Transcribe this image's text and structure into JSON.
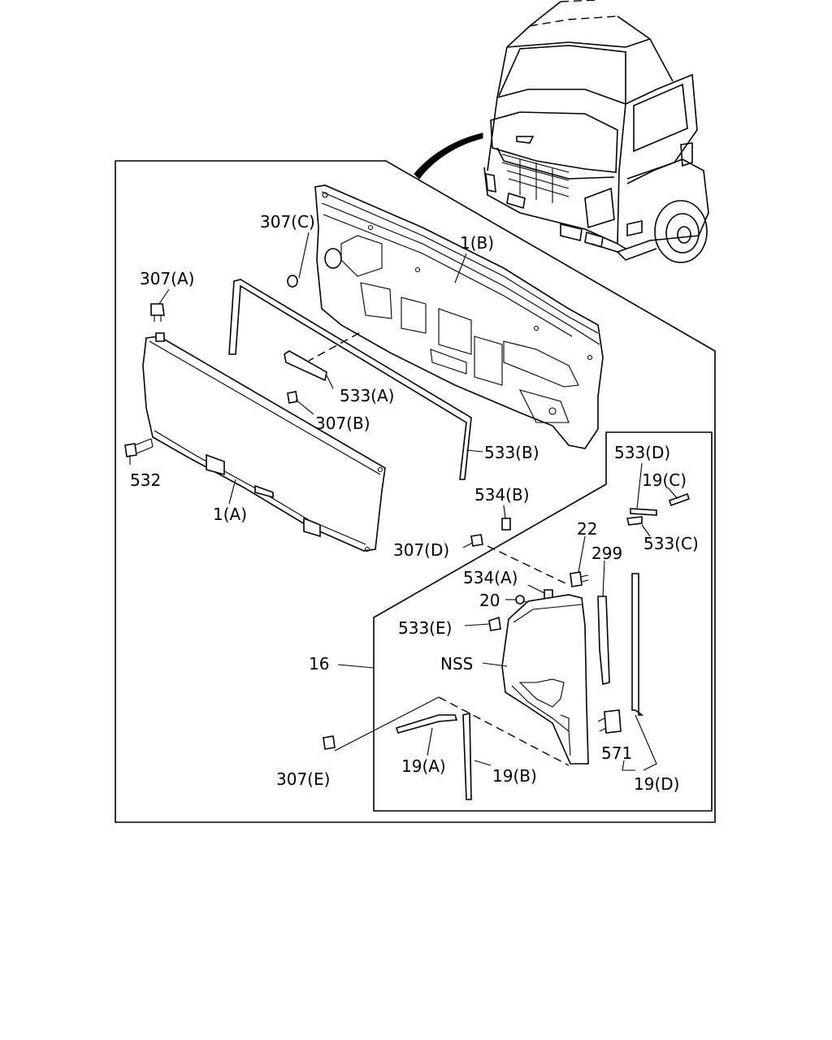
{
  "diagram": {
    "labels": {
      "p307c": "307(C)",
      "p1b": "1(B)",
      "p307a": "307(A)",
      "p533a": "533(A)",
      "p307b": "307(B)",
      "p532": "532",
      "p1a": "1(A)",
      "p533b": "533(B)",
      "p534b": "534(B)",
      "p307d": "307(D)",
      "p533d": "533(D)",
      "p19c": "19(C)",
      "p533c": "533(C)",
      "p22": "22",
      "p299": "299",
      "p534a": "534(A)",
      "p20": "20",
      "p533e": "533(E)",
      "p16": "16",
      "nss": "NSS",
      "p571": "571",
      "p307e": "307(E)",
      "p19a": "19(A)",
      "p19b": "19(B)",
      "p19d": "19(D)"
    }
  }
}
